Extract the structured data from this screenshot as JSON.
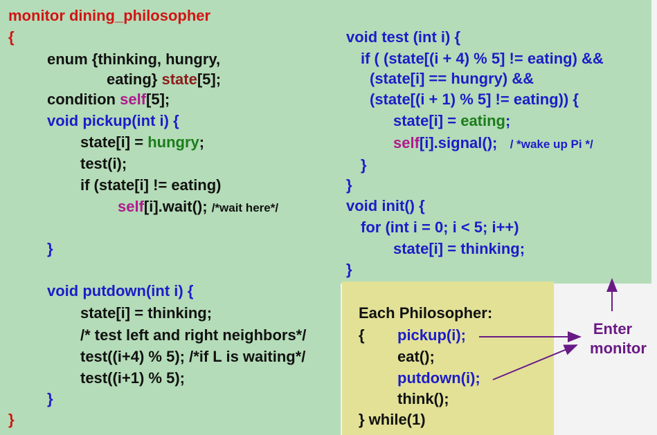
{
  "title": "monitor dining_philosopher",
  "left": {
    "open_brace": "{",
    "enum_line": "enum {thinking, hungry,",
    "enum_line2_a": "eating} ",
    "enum_line2_b": "state",
    "enum_line2_c": "[5];",
    "cond_a": "condition ",
    "cond_b": "self",
    "cond_c": "[5];",
    "pickup_sig": "void pickup(int i) {",
    "pickup_l1_a": "state[i] = ",
    "pickup_l1_b": "hungry",
    "pickup_l1_c": ";",
    "pickup_l2": "test(i);",
    "pickup_l3": "if (state[i] != eating)",
    "pickup_l4_a": "self",
    "pickup_l4_b": "[i].wait(); ",
    "pickup_l4_c": "/*wait here*/",
    "pickup_close": "}",
    "putdown_sig": "void putdown(int i) {",
    "putdown_l1": "state[i] = thinking;",
    "putdown_l2": "/* test left and right neighbors*/",
    "putdown_l3": "test((i+4) % 5); /*if L is waiting*/",
    "putdown_l4": "test((i+1) % 5);",
    "putdown_close": "}",
    "close_brace": "}"
  },
  "right": {
    "test_sig": "void test (int i) {",
    "test_l1": "if ( (state[(i + 4) % 5] != eating) &&",
    "test_l2": "(state[i] == hungry) &&",
    "test_l3": "(state[(i + 1) % 5] != eating)) {",
    "test_l4_a": "state[i] = ",
    "test_l4_b": "eating",
    "test_l4_c": ";",
    "test_l5_a": "self",
    "test_l5_b": "[i].signal();   ",
    "test_l5_c": "/ *wake up Pi */",
    "test_inner_close": "}",
    "test_close": "}",
    "init_sig": "void init() {",
    "init_l1": "for (int i = 0; i < 5; i++)",
    "init_l2": "state[i] = thinking;",
    "init_close": "}"
  },
  "philosopher": {
    "heading": "Each Philosopher:",
    "brace": "{",
    "pickup": "pickup(i);",
    "eat": "eat();",
    "putdown": "putdown(i);",
    "think": "think();",
    "end": "} while(1)"
  },
  "annotation": {
    "line1": "Enter",
    "line2": "monitor"
  },
  "colors": {
    "background_panel": "#b4dcb8",
    "philosopher_box": "#e2e196",
    "keyword_blue": "#1c1cc8",
    "title_red": "#d11414",
    "arrow_purple": "#6a1a86"
  }
}
